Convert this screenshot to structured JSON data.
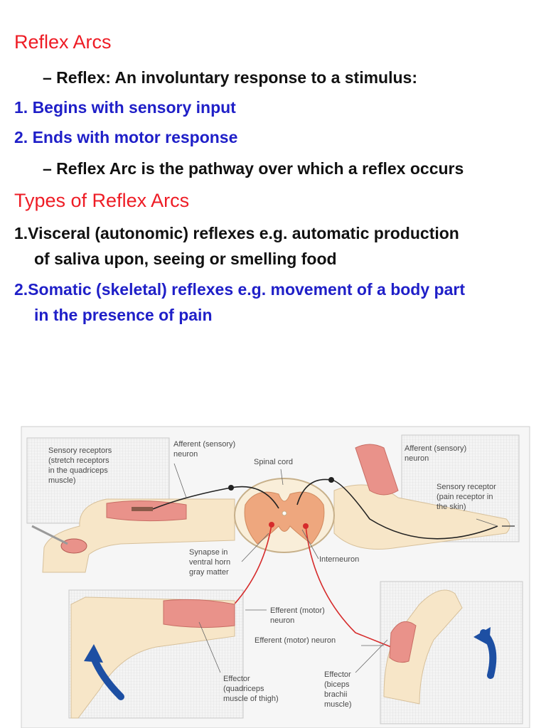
{
  "slide": {
    "title": "Reflex Arcs",
    "line1": "– Reflex: An involuntary response to a stimulus:",
    "item1": "1. Begins with sensory input",
    "item2": "2. Ends with motor response",
    "line2": "– Reflex Arc is the pathway over which a reflex occurs",
    "subtitle": "Types of Reflex Arcs",
    "type1_a": "1.Visceral (autonomic) reflexes e.g. automatic production",
    "type1_b": "of saliva upon, seeing or smelling food",
    "type2_a": "2.Somatic (skeletal) reflexes e.g. movement of a body part",
    "type2_b": "in the presence of pain"
  },
  "figure": {
    "labels": {
      "sensory_receptors": [
        "Sensory receptors",
        "(stretch receptors",
        "in the quadriceps",
        "muscle)"
      ],
      "afferent_left": [
        "Afferent (sensory)",
        "neuron"
      ],
      "spinal_cord": "Spinal cord",
      "afferent_right": [
        "Afferent (sensory)",
        "neuron"
      ],
      "sensory_receptor": [
        "Sensory receptor",
        "(pain receptor in",
        "the skin)"
      ],
      "synapse": [
        "Synapse in",
        "ventral horn",
        "gray matter"
      ],
      "interneuron": "Interneuron",
      "efferent_motor": [
        "Efferent (motor)",
        "neuron"
      ],
      "efferent_motor_2": "Efferent (motor) neuron",
      "effector_left": [
        "Effector",
        "(quadriceps",
        "muscle of thigh)"
      ],
      "effector_right": [
        "Effector",
        "(biceps",
        "brachii",
        "muscle)"
      ]
    }
  },
  "colors": {
    "title_red": "#ee1c25",
    "item_blue": "#1f1fc8",
    "text_black": "#111111",
    "skin": "#f7e6c8",
    "muscle": "#e9928a",
    "arrow_blue": "#1d4fa3"
  }
}
